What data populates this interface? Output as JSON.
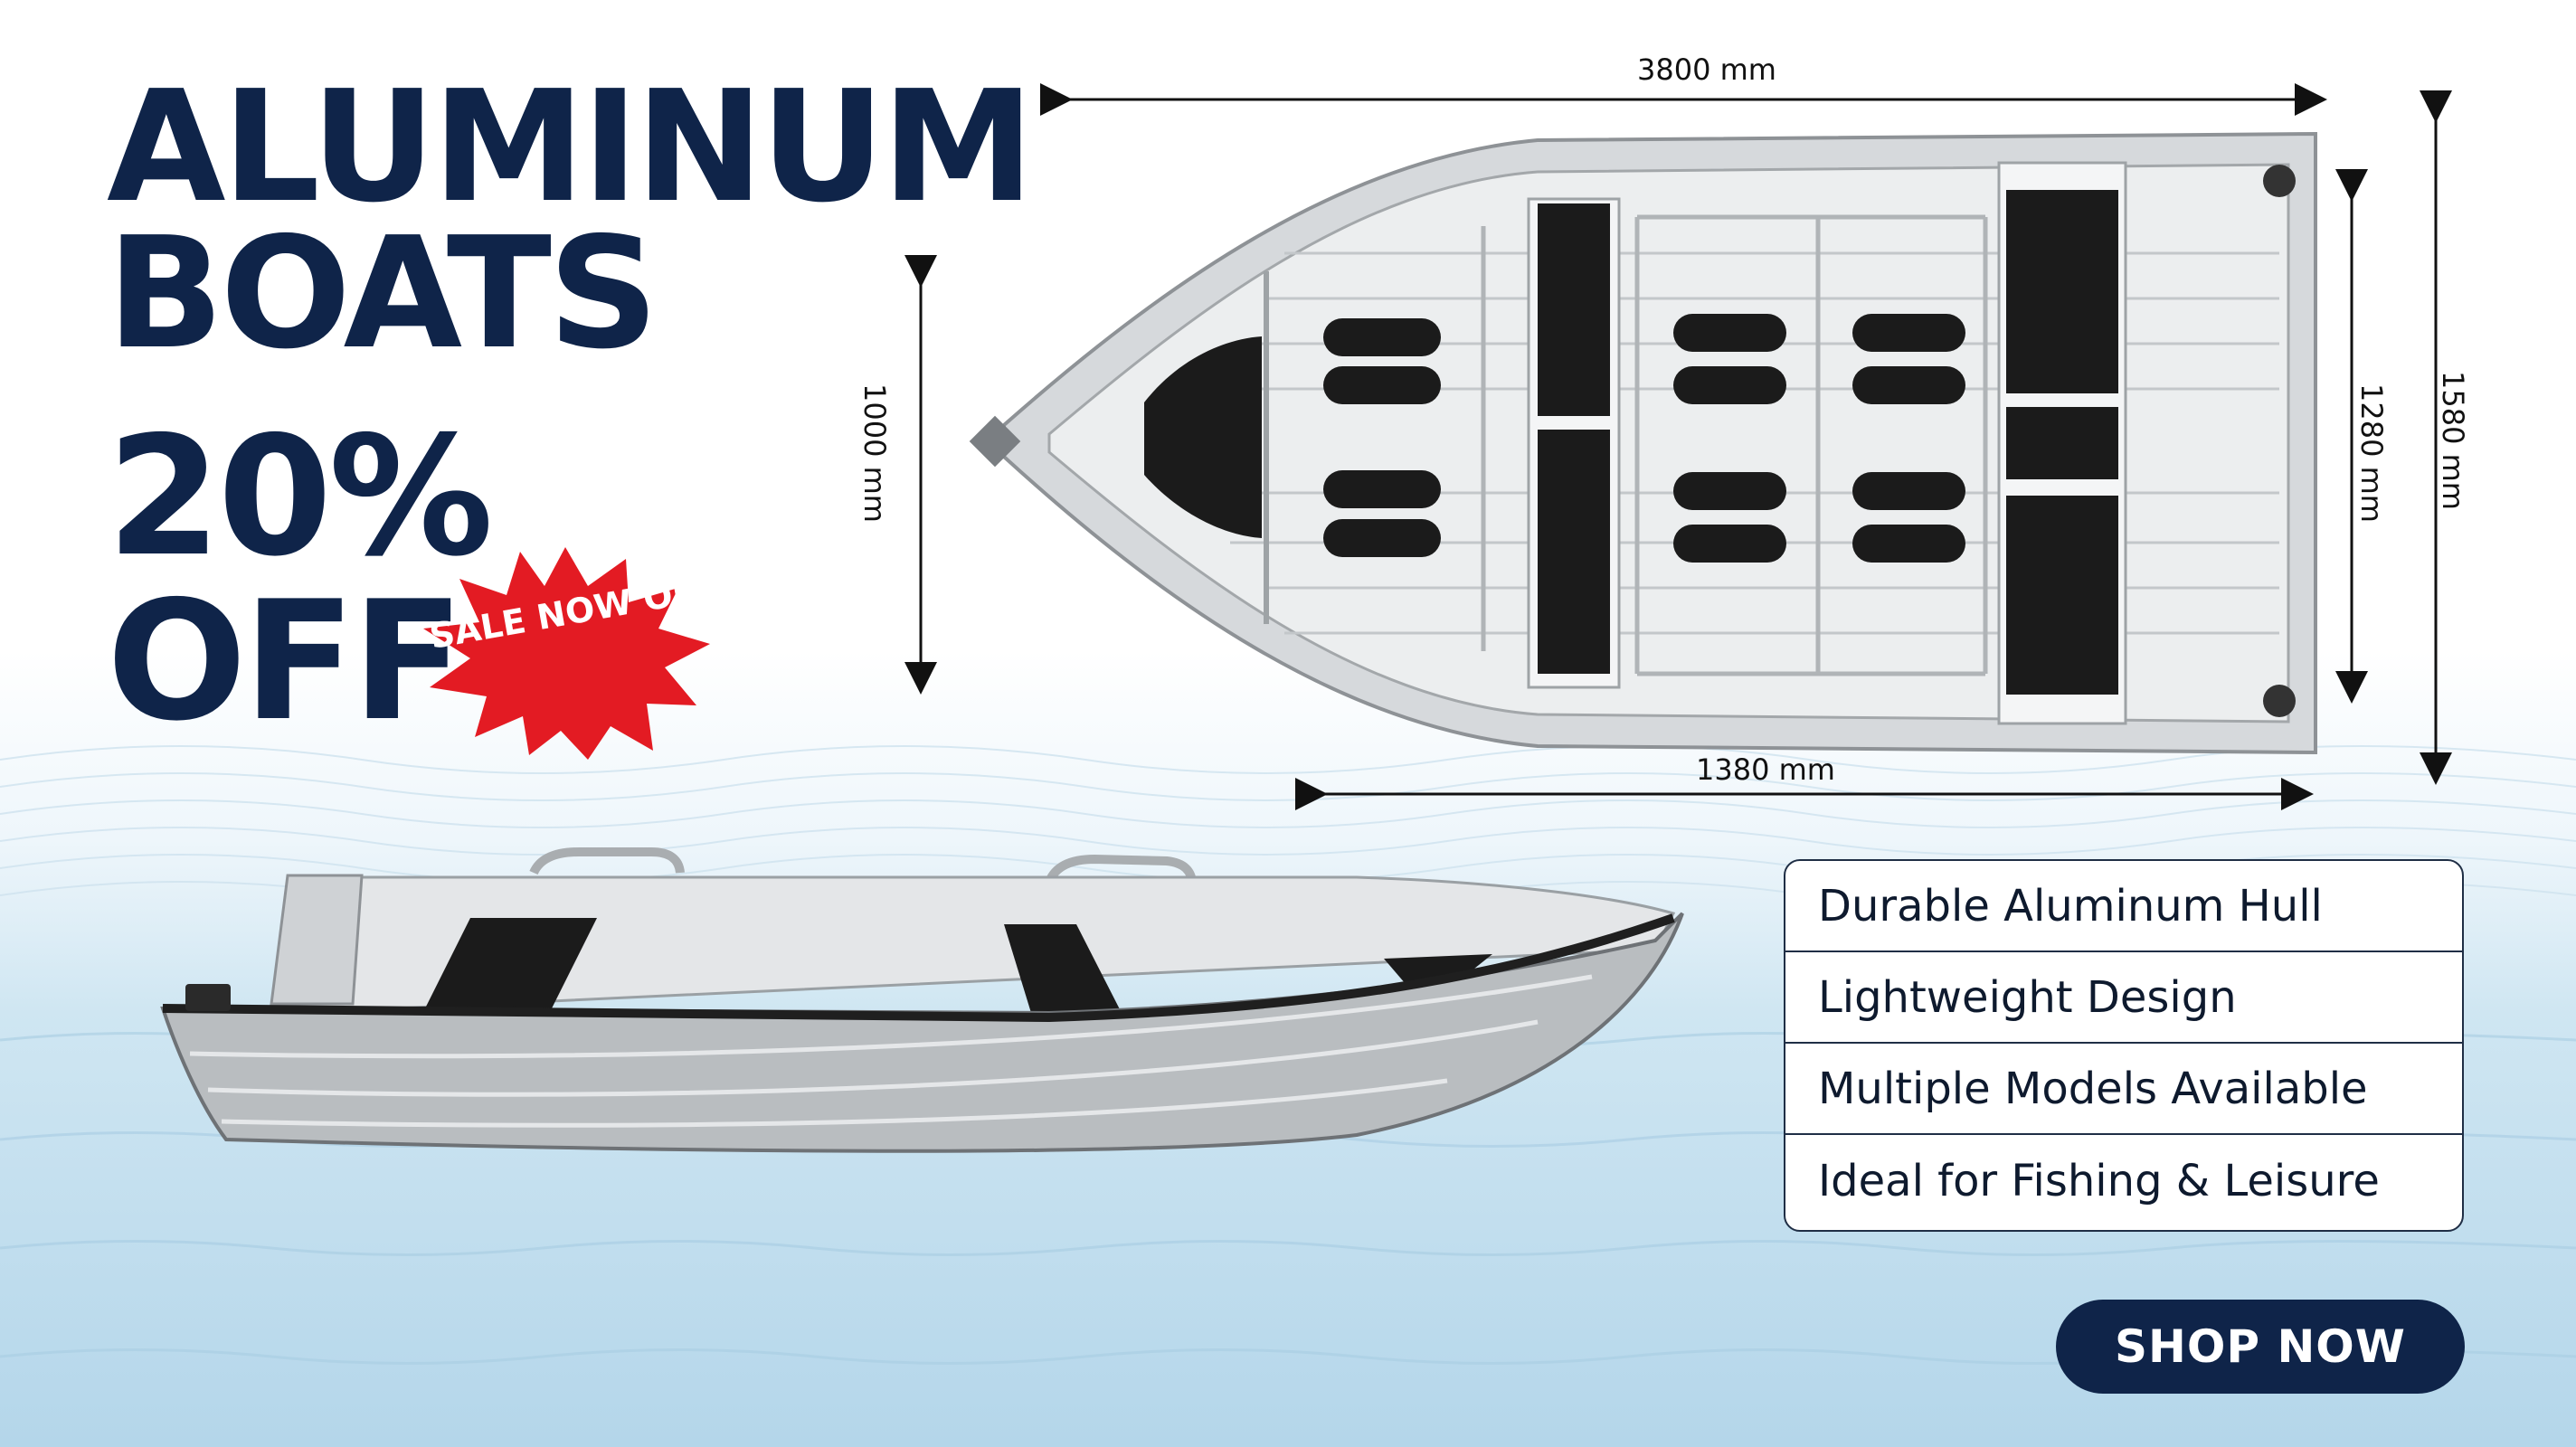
{
  "headline": {
    "line1": "ALUMINUM",
    "line2": "BOATS",
    "line3": "20%",
    "line4": "OFF"
  },
  "badge": {
    "text": "SALE NOW ON",
    "color": "#e31b23"
  },
  "dimensions": {
    "length": "3800 mm",
    "bow_width": "1000 mm",
    "inner_width": "1280 mm",
    "outer_width": "1580 mm",
    "bottom_width": "1380 mm"
  },
  "features": [
    "Durable Aluminum Hull",
    "Lightweight Design",
    "Multiple Models Available",
    "Ideal for Fishing & Leisure"
  ],
  "cta": {
    "label": "SHOP NOW"
  },
  "colors": {
    "brand_navy": "#0f2449",
    "sale_red": "#e31b23",
    "water_blue": "#b4d6ea",
    "hull_silver": "#b8bcbf"
  }
}
